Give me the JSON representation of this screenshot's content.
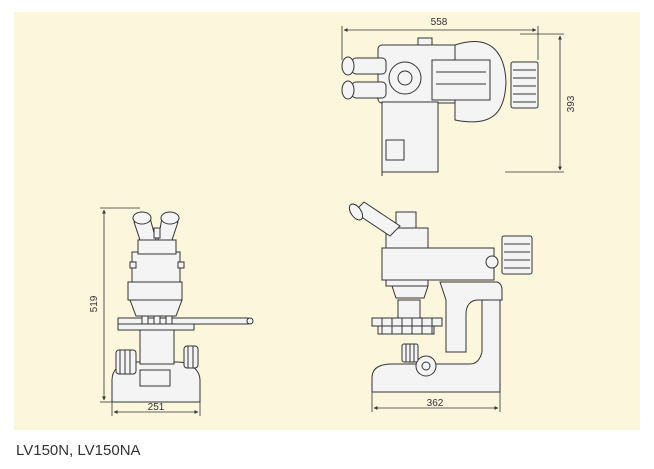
{
  "dimensions": {
    "top_width": "558",
    "top_height": "393",
    "front_height": "519",
    "front_width": "251",
    "side_width": "362"
  },
  "caption": "LV150N, LV150NA",
  "colors": {
    "panel_background": "#fbf6dc",
    "line": "#333333",
    "body_fill": "#f4f4f4"
  }
}
